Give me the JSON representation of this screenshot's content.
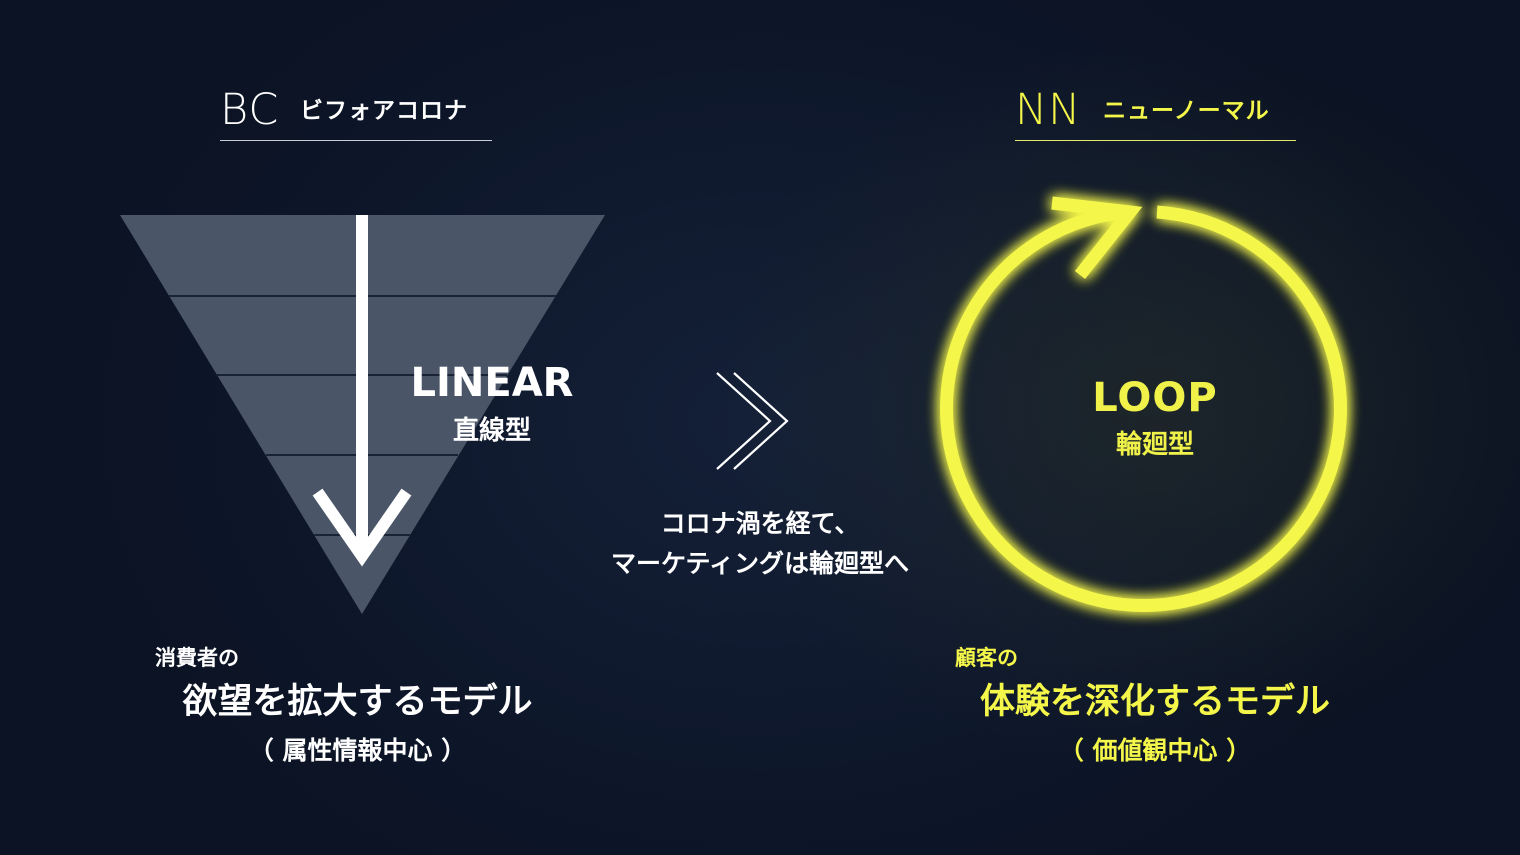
{
  "bc": {
    "abbr": "BC",
    "label": "ビフォアコロナ"
  },
  "nn": {
    "abbr": "NN",
    "label": "ニューノーマル"
  },
  "linear": {
    "title": "LINEAR",
    "subtitle": "直線型"
  },
  "loop": {
    "title": "LOOP",
    "subtitle": "輪廻型"
  },
  "transition": {
    "line1": "コロナ渦を経て、",
    "line2": "マーケティングは輪廻型へ"
  },
  "left_caption": {
    "small": "消費者の",
    "main": "欲望を拡大するモデル",
    "sub": "（ 属性情報中心 ）"
  },
  "right_caption": {
    "small": "顧客の",
    "main": "体験を深化するモデル",
    "sub": "（ 価値観中心 ）"
  },
  "colors": {
    "background": "#0d1628",
    "accent_yellow": "#f4f64a",
    "funnel": "#4a5668",
    "white": "#ffffff"
  }
}
